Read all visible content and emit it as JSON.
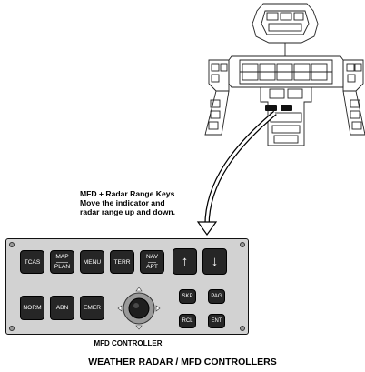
{
  "callout": {
    "lines": [
      "MFD + Radar Range Keys",
      "Move the indicator and",
      "radar range up and down."
    ]
  },
  "panel": {
    "top_row": [
      {
        "label": "TCAS"
      },
      {
        "label_top": "MAP",
        "label_bottom": "PLAN"
      },
      {
        "label": "MENU"
      },
      {
        "label": "TERR"
      },
      {
        "label_top": "NAV",
        "label_bottom": "APT"
      },
      {
        "glyph": "↑"
      },
      {
        "glyph": "↓"
      }
    ],
    "bottom_row": [
      {
        "label": "NORM"
      },
      {
        "label": "ABN"
      },
      {
        "label": "EMER"
      }
    ],
    "side_keys": [
      {
        "label": "SKP"
      },
      {
        "label": "PAG"
      },
      {
        "label": "RCL"
      },
      {
        "label": "ENT"
      }
    ],
    "controller_label": "MFD CONTROLLER"
  },
  "figure_title": "WEATHER RADAR / MFD CONTROLLERS",
  "icons": [
    "cockpit-overview-icon",
    "joystick-icon",
    "up-arrow-icon",
    "down-arrow-icon",
    "callout-arrow-icon"
  ]
}
